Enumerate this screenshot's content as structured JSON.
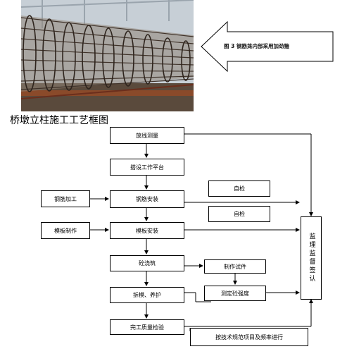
{
  "photo": {
    "subject": "steel-rebar-cage",
    "colors": {
      "sky": "#c9d1d8",
      "steel": "#5a4a3c",
      "rust": "#8a4a2a"
    }
  },
  "callout": {
    "label": "图 3   钢筋笼内部采用加劲箍"
  },
  "flowchart": {
    "title": "桥墩立柱施工工艺框图",
    "steps": {
      "survey": "放线测量",
      "platform": "搭设工作平台",
      "rebar_install": "钢筋安装",
      "rebar_process": "钢筋加工",
      "self_check_1": "自检",
      "self_check_2": "自检",
      "formwork_make": "模板制作",
      "formwork_install": "模板安装",
      "concrete": "砼浇筑",
      "specimen": "制作试件",
      "remove_cure": "拆模、养护",
      "strength": "测定砼强度",
      "final_check": "完工质量检验",
      "supervisor": "监理监督签认",
      "tech_spec": "按技术规范项目及频率进行"
    }
  }
}
